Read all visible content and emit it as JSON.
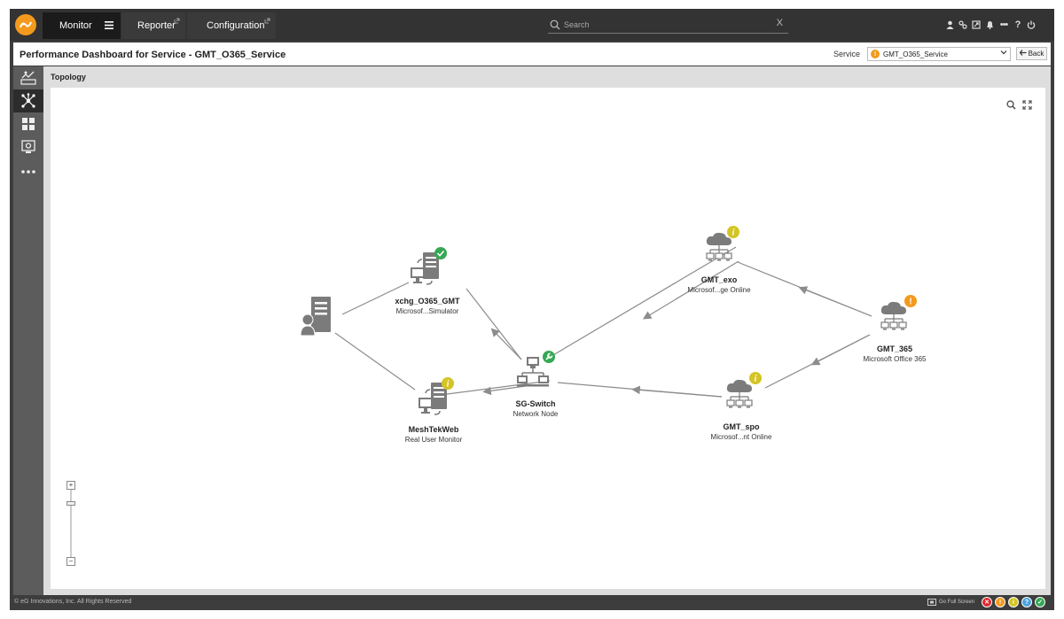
{
  "topbar": {
    "tabs": [
      {
        "label": "Monitor",
        "active": true
      },
      {
        "label": "Reporter",
        "active": false
      },
      {
        "label": "Configuration",
        "active": false
      }
    ],
    "search": {
      "placeholder": "Search",
      "clear_glyph": "X"
    },
    "right_icons": [
      "user-icon",
      "link-icon",
      "pin-icon",
      "bell-icon",
      "more-icon",
      "help-icon",
      "power-icon"
    ],
    "help_glyph": "?",
    "more_glyph": "•••"
  },
  "header": {
    "title": "Performance Dashboard for Service - GMT_O365_Service",
    "service_label": "Service",
    "service_value": "GMT_O365_Service",
    "back_label": "Back"
  },
  "sidebar": {
    "items": [
      "dashboard-icon",
      "topology-icon",
      "layers-icon",
      "monitor-settings-icon",
      "more-icon"
    ]
  },
  "topology": {
    "section_label": "Topology",
    "nodes": [
      {
        "id": "xchg",
        "name": "xchg_O365_GMT",
        "type": "Microsof...Simulator",
        "status": "normal"
      },
      {
        "id": "mesh",
        "name": "MeshTekWeb",
        "type": "Real User Monitor",
        "status": "info"
      },
      {
        "id": "switch",
        "name": "SG-Switch",
        "type": "Network Node",
        "status": "maintenance"
      },
      {
        "id": "exo",
        "name": "GMT_exo",
        "type": "Microsof...ge Online",
        "status": "info"
      },
      {
        "id": "spo",
        "name": "GMT_spo",
        "type": "Microsof...nt Online",
        "status": "info"
      },
      {
        "id": "o365",
        "name": "GMT_365",
        "type": "Microsoft Office 365",
        "status": "major"
      }
    ],
    "zoom": {
      "plus": "+",
      "minus": "−"
    }
  },
  "footer": {
    "copyright": "© eG Innovations, Inc. All Rights Reserved",
    "go_full_screen": "Go Full Screen",
    "status_legend": [
      {
        "state": "critical",
        "glyph": "✕",
        "color": "#e0272b"
      },
      {
        "state": "major",
        "glyph": "!",
        "color": "#f39a1e"
      },
      {
        "state": "minor",
        "glyph": "i",
        "color": "#d4c424"
      },
      {
        "state": "unknown",
        "glyph": "?",
        "color": "#4aa3df"
      },
      {
        "state": "normal",
        "glyph": "✓",
        "color": "#35a853"
      }
    ]
  },
  "colors": {
    "accent_orange": "#f39a1e",
    "normal_green": "#35a853",
    "info_yellow": "#d4c424",
    "topbar_bg": "#333333"
  }
}
